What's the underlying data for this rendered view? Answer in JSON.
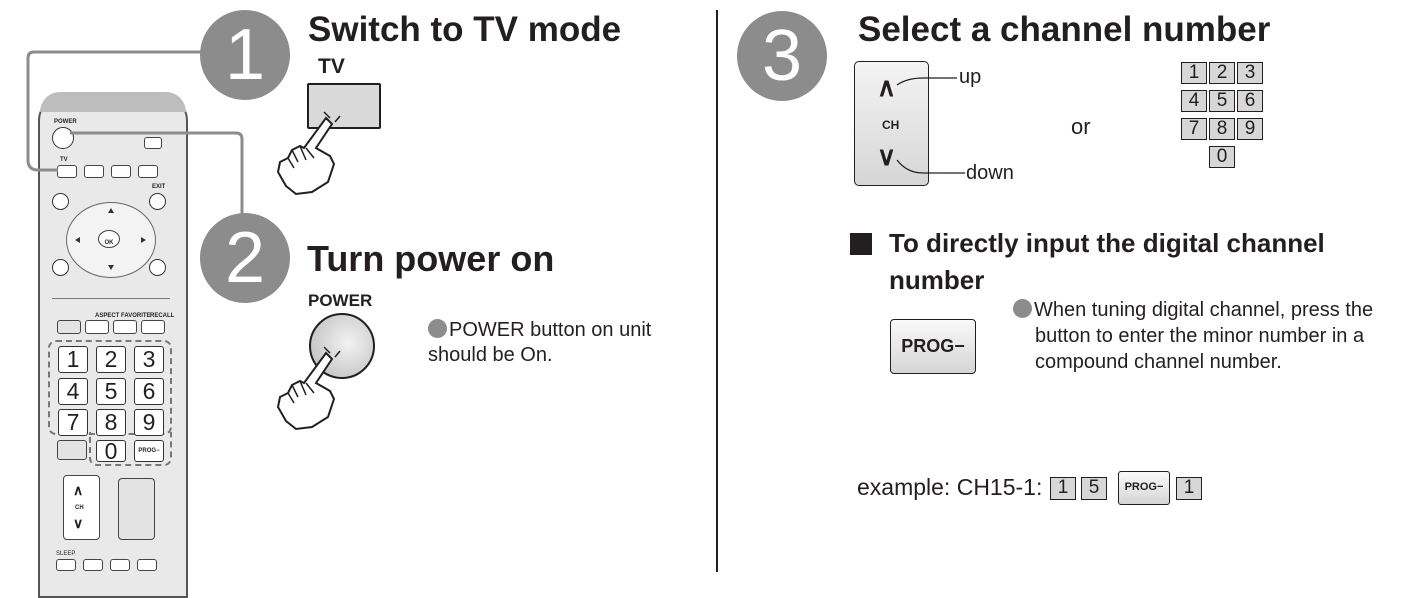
{
  "step1": {
    "number": "1",
    "title": "Switch to TV mode",
    "button_label": "TV"
  },
  "step2": {
    "number": "2",
    "title": "Turn power on",
    "button_label": "POWER",
    "note": "POWER button on unit should be On."
  },
  "step3": {
    "number": "3",
    "title": "Select a channel number",
    "ch_button": {
      "label": "CH",
      "up": "up",
      "down": "down"
    },
    "or": "or",
    "keypad": [
      "1",
      "2",
      "3",
      "4",
      "5",
      "6",
      "7",
      "8",
      "9",
      "0"
    ],
    "direct_heading": "To directly input the digital channel number",
    "prog_button": "PROG",
    "direct_note": "When tuning digital channel, press the button to enter the minor number in a compound channel number.",
    "example_label": "example: CH15-1:",
    "example_keys": [
      "1",
      "5",
      "PROG",
      "1"
    ]
  },
  "remote": {
    "power": "POWER",
    "tv": "TV",
    "exit": "EXIT",
    "ok": "OK",
    "aspect": "ASPECT",
    "favorite": "FAVORITE",
    "recall": "RECALL",
    "ch": "CH",
    "sleep": "SLEEP",
    "prog": "PROG",
    "keys": [
      "1",
      "2",
      "3",
      "4",
      "5",
      "6",
      "7",
      "8",
      "9",
      "0"
    ]
  }
}
